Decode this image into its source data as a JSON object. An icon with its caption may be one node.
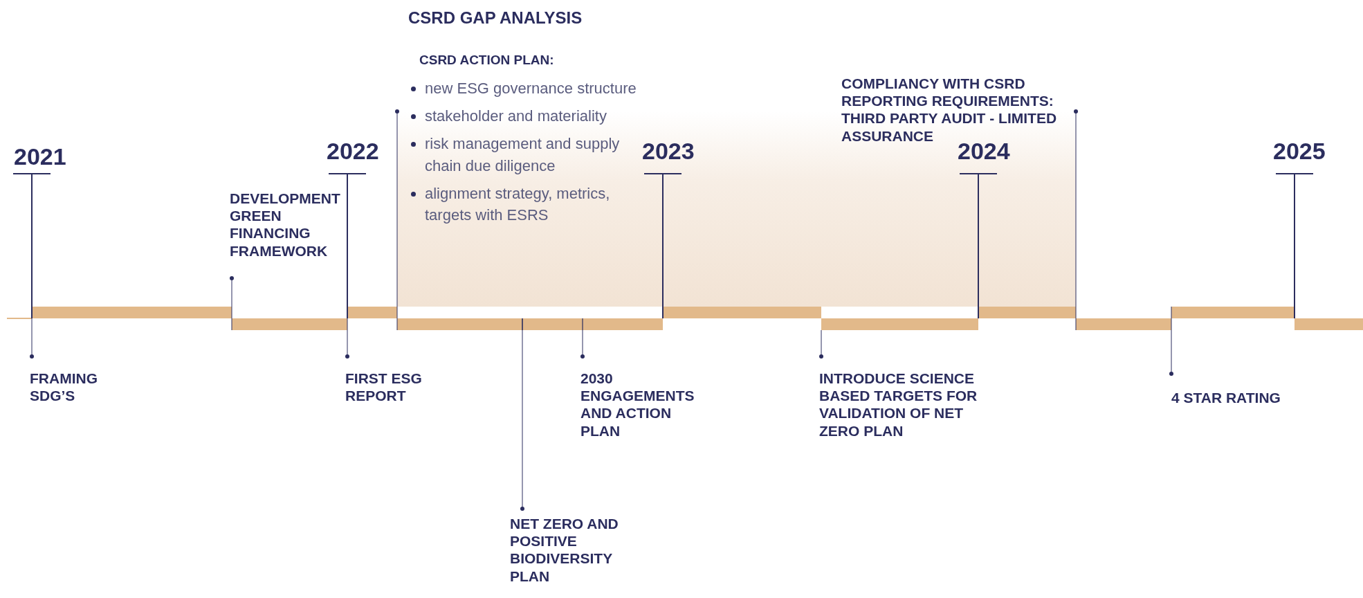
{
  "diagram": {
    "labels": [
      "CSRD GAP ANALYSIS",
      "CSRD ACTION PLAN:",
      "new ESG governance structure",
      "stakeholder and materiality",
      "risk management and supply chain due diligence",
      "alignment strategy, metrics, targets with ESRS",
      "COMPLIANCY WITH CSRD REPORTING REQUIREMENTS: THIRD PARTY AUDIT - LIMITED ASSURANCE",
      "2021",
      "2022",
      "2023",
      "2024",
      "2025",
      "DEVELOPMENT GREEN FINANCING FRAMEWORK",
      "FRAMING SDG’S",
      "FIRST ESG REPORT",
      "2030 ENGAGEMENTS AND ACTION PLAN",
      "INTRODUCE SCIENCE BASED TARGETS FOR VALIDATION OF NET ZERO PLAN",
      "4 STAR RATING",
      "NET ZERO AND POSITIVE BIODIVERSITY PLAN"
    ]
  }
}
